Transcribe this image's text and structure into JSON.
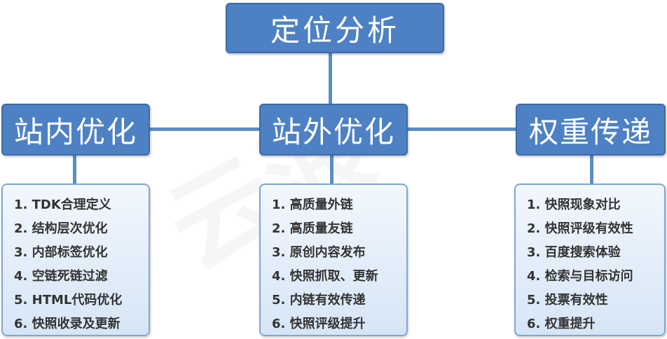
{
  "root": {
    "label": "定位分析"
  },
  "categories": [
    {
      "title": "站内优化",
      "items": [
        "1. TDK合理定义",
        "2. 结构层次优化",
        "3. 内部标签优化",
        "4. 空链死链过滤",
        "5. HTML代码优化",
        "6. 快照收录及更新"
      ]
    },
    {
      "title": "站外优化",
      "items": [
        "1. 高质量外链",
        "2. 高质量友链",
        "3. 原创内容发布",
        "4. 快照抓取、更新",
        "5. 内链有效传递",
        "6. 快照评级提升"
      ]
    },
    {
      "title": "权重传递",
      "items": [
        "1. 快照现象对比",
        "2. 快照评级有效性",
        "3. 百度搜索体验",
        "4. 检索与目标访问",
        "5. 投票有效性",
        "6. 权重提升"
      ]
    }
  ],
  "colors": {
    "box_fill": "#4d81c4",
    "connector": "#5b8dc9",
    "list_fill": "#e3eef9",
    "text": "#333333"
  }
}
